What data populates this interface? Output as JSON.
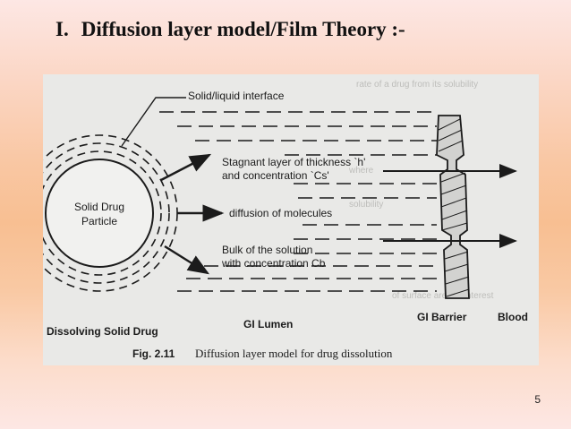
{
  "slide": {
    "title_number": "I.",
    "title": "Diffusion layer model/Film Theory :-",
    "page_number": "5"
  },
  "figure": {
    "label_interface": "Solid/liquid interface",
    "label_stagnant_1": "Stagnant layer of thickness `h'",
    "label_stagnant_2": "and concentration `Cs'",
    "label_diffusion": "diffusion of molecules",
    "label_bulk_1": "Bulk of the solution",
    "label_bulk_2": "with concentration Cb",
    "particle_line1": "Solid Drug",
    "particle_line2": "Particle",
    "label_dissolving": "Dissolving Solid Drug",
    "label_lumen": "GI Lumen",
    "label_barrier": "GI Barrier",
    "label_blood": "Blood",
    "caption_fig": "Fig. 2.11",
    "caption_text": "Diffusion layer model for drug dissolution"
  }
}
